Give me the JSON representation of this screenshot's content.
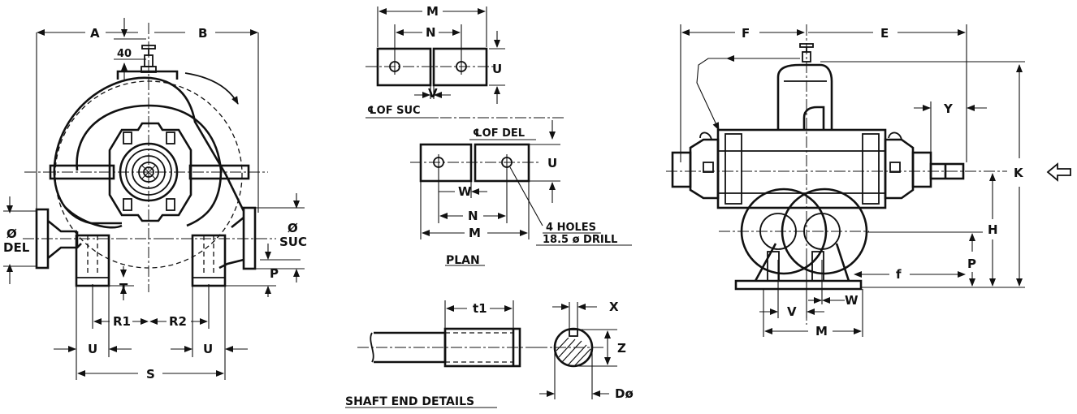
{
  "front_view": {
    "labels": {
      "A": "A",
      "B": "B",
      "offset_40": "40",
      "phi_del": "Ø",
      "del": "DEL",
      "phi_suc": "Ø",
      "suc": "SUC",
      "P": "P",
      "T": "T",
      "R1": "R1",
      "R2": "R2",
      "U_left": "U",
      "U_right": "U",
      "S": "S"
    }
  },
  "plan_view": {
    "title": "PLAN",
    "labels": {
      "M_top": "M",
      "N_top": "N",
      "U_top": "U",
      "V": "V",
      "cl_suc": "℄OF SUC",
      "cl_del": "℄OF DEL",
      "U_bottom": "U",
      "W": "W",
      "N_bottom": "N",
      "M_bottom": "M"
    },
    "holes_note_line1": "4 HOLES",
    "holes_note_line2": "18.5 ø DRILL"
  },
  "shaft_end": {
    "title": "SHAFT END DETAILS",
    "labels": {
      "t1": "t1",
      "X": "X",
      "Z": "Z",
      "D": "Dø"
    }
  },
  "side_view": {
    "labels": {
      "F": "F",
      "E": "E",
      "Y": "Y",
      "K": "K",
      "H": "H",
      "P": "P",
      "f": "f",
      "V": "V",
      "W": "W",
      "M": "M"
    }
  }
}
